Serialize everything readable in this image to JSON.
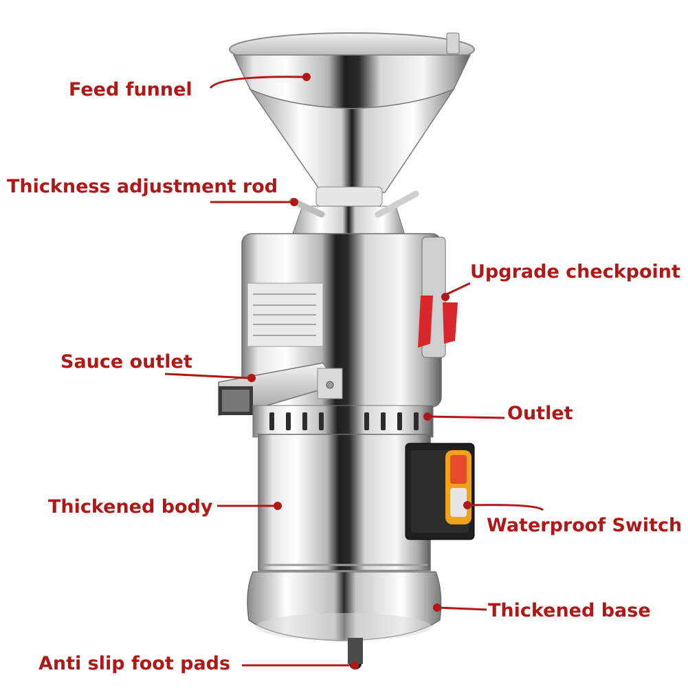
{
  "colors": {
    "label": "#b01818",
    "leader_line": "#b01818",
    "steel_light": "#f4f4f4",
    "steel_mid": "#b9b9b9",
    "steel_dark": "#2a2a2a",
    "switch_body": "#1f1f1f",
    "switch_ring": "#f0a21a",
    "switch_button": "#e34b2a",
    "latch_red": "#d8262a"
  },
  "labels": {
    "feed_funnel": "Feed funnel",
    "thickness_rod": "Thickness adjustment rod",
    "upgrade_checkpoint": "Upgrade checkpoint",
    "sauce_outlet": "Sauce outlet",
    "outlet": "Outlet",
    "thickened_body": "Thickened body",
    "waterproof_switch": "Waterproof Switch",
    "thickened_base": "Thickened base",
    "anti_slip": "Anti slip foot pads"
  }
}
